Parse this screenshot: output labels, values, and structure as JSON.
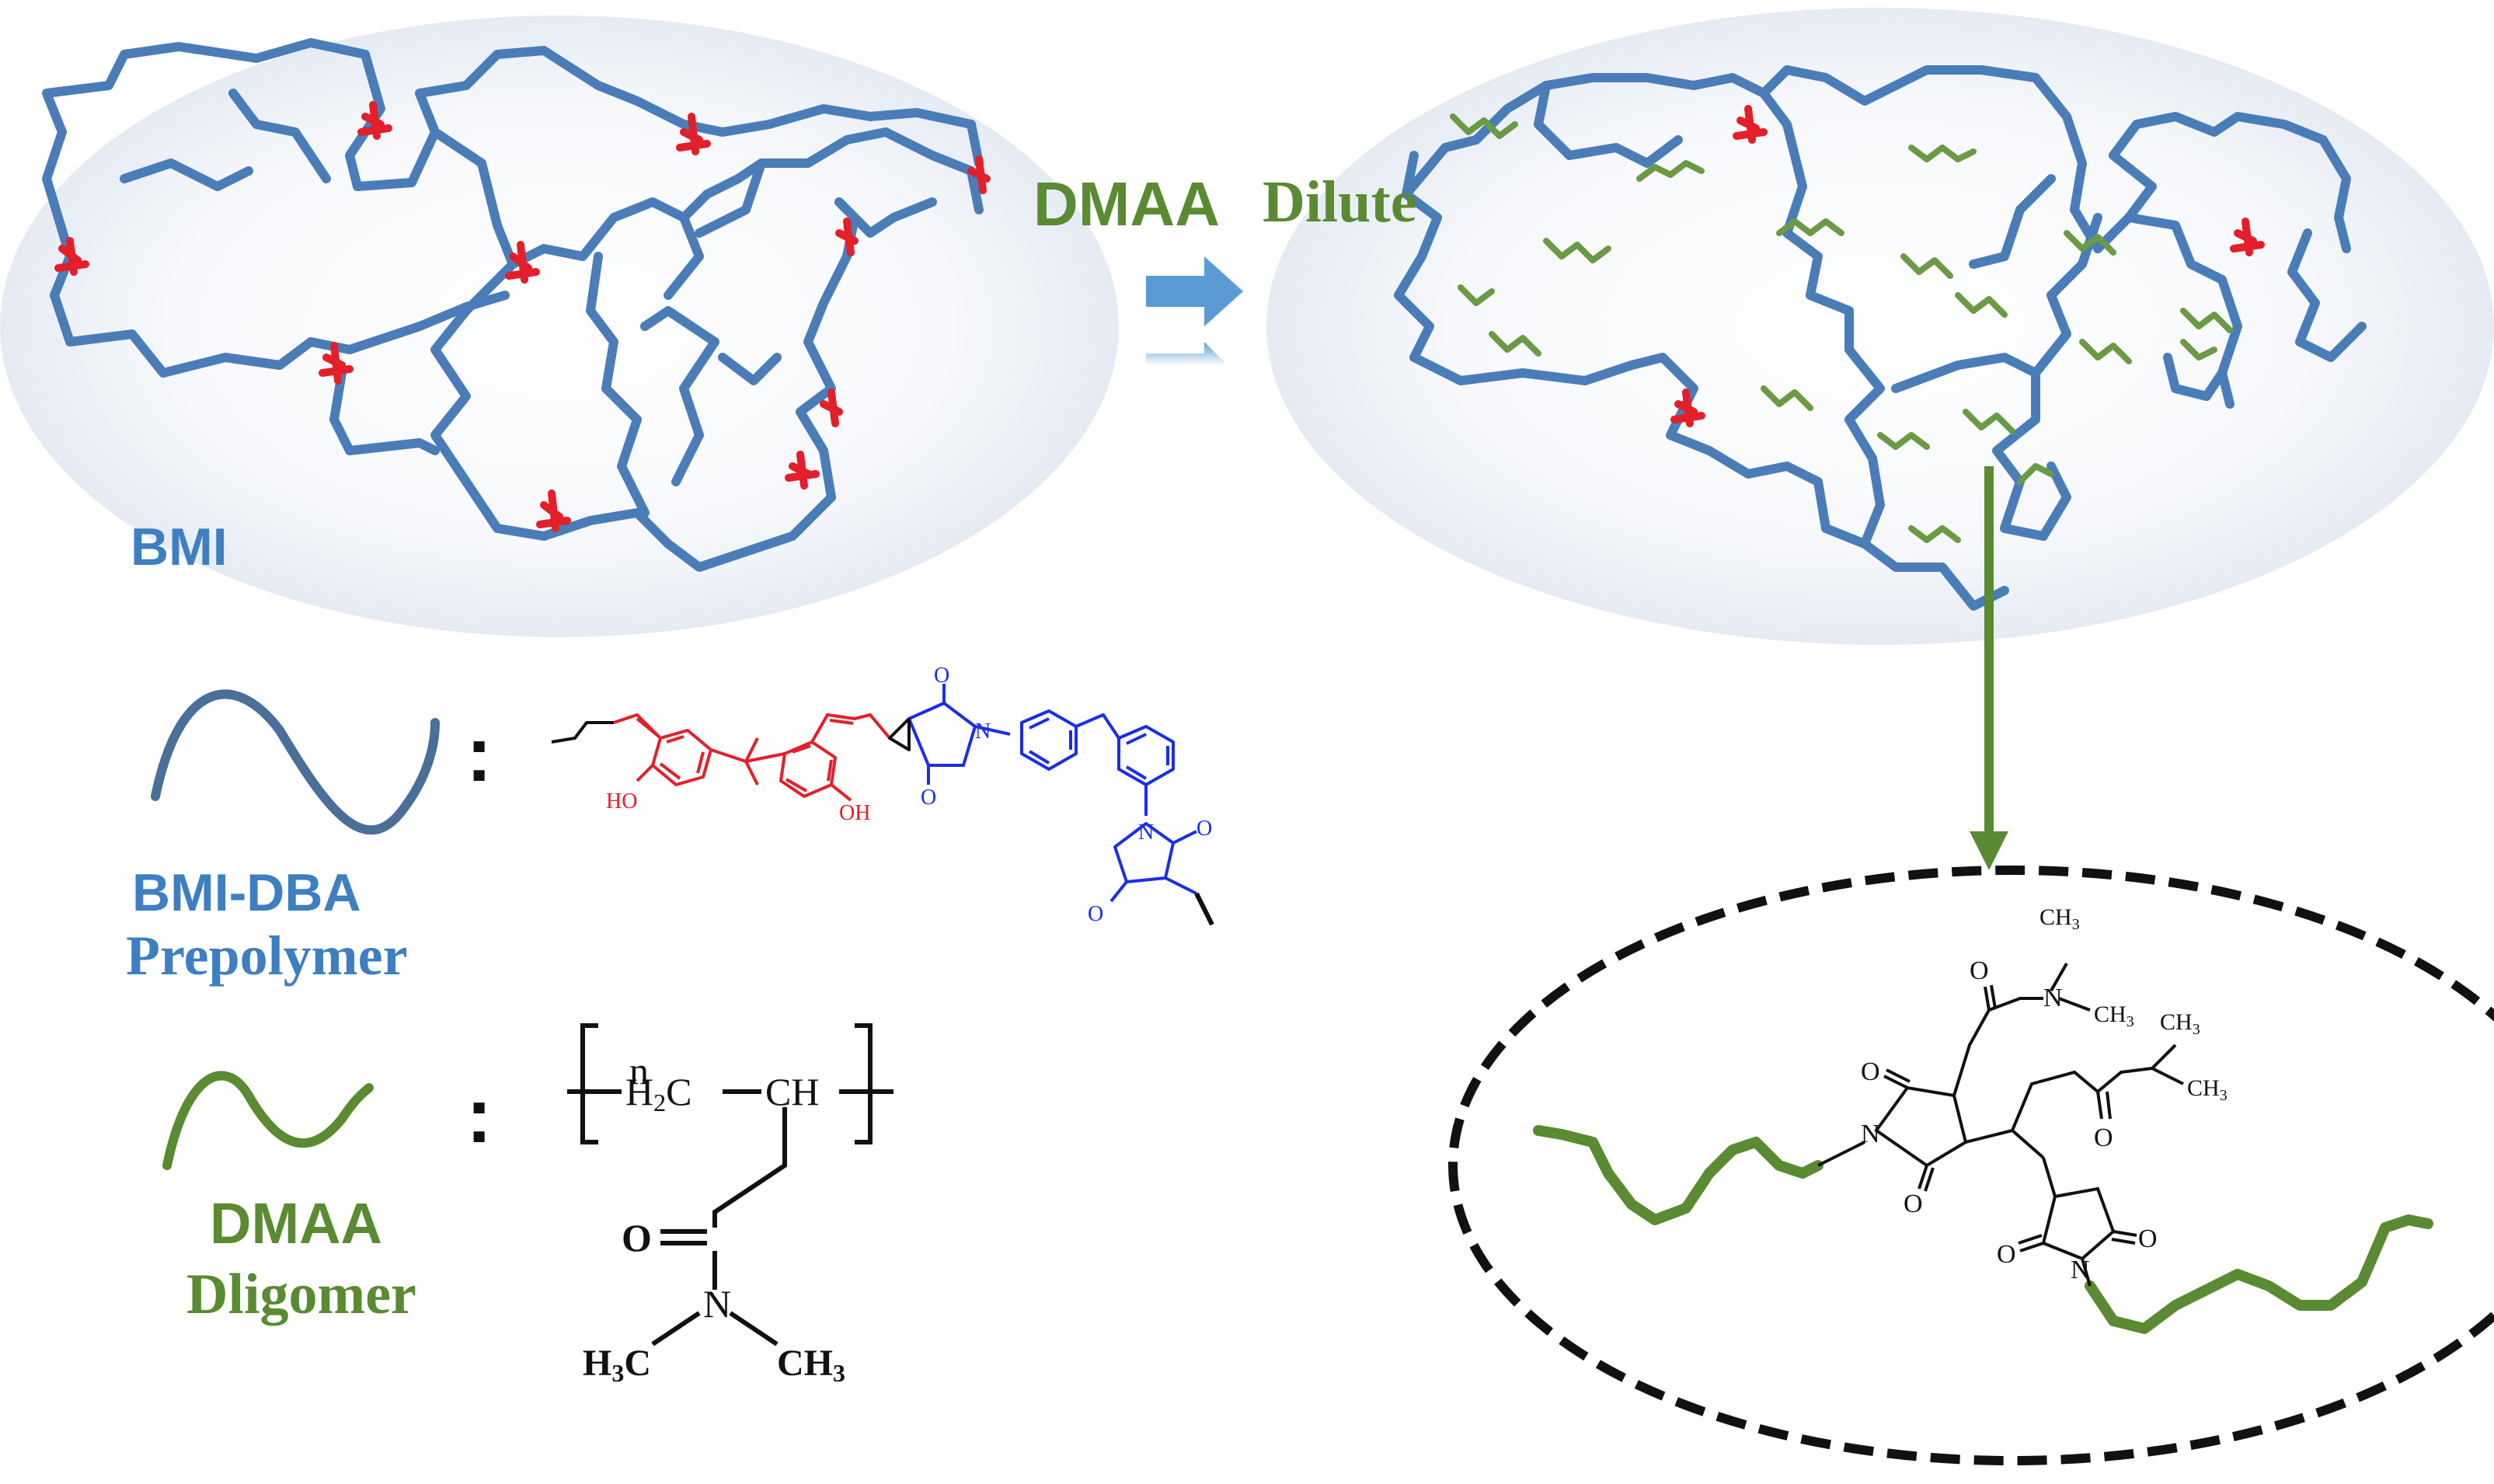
{
  "labels": {
    "bmi": "BMI",
    "dmaa_dilute_1": "DMAA",
    "dmaa_dilute_2": "Dilute",
    "bmi_dba_1": "BMI-DBA",
    "bmi_dba_2": "Prepolymer",
    "dmaa_oligo_1": "DMAA",
    "dmaa_oligo_2": "Dligomer",
    "colon": ":"
  },
  "chem": {
    "ho": "HO",
    "oh": "OH",
    "o": "O",
    "n": "N",
    "n_sub": "n",
    "h2c": "H",
    "h2c_2": "2",
    "h2c_c": "C",
    "ch": "CH",
    "h3c": "H",
    "h3c_3": "3",
    "h3c_c": "C",
    "ch3": "CH",
    "ch3_3": "3"
  },
  "colors": {
    "network_blue": "#4a7db8",
    "crosslink_red": "#e3202a",
    "oligomer_green": "#5a8a32",
    "bmi_text_blue": "#3d7fc0",
    "arrow_blue": "#5b9bd5"
  }
}
